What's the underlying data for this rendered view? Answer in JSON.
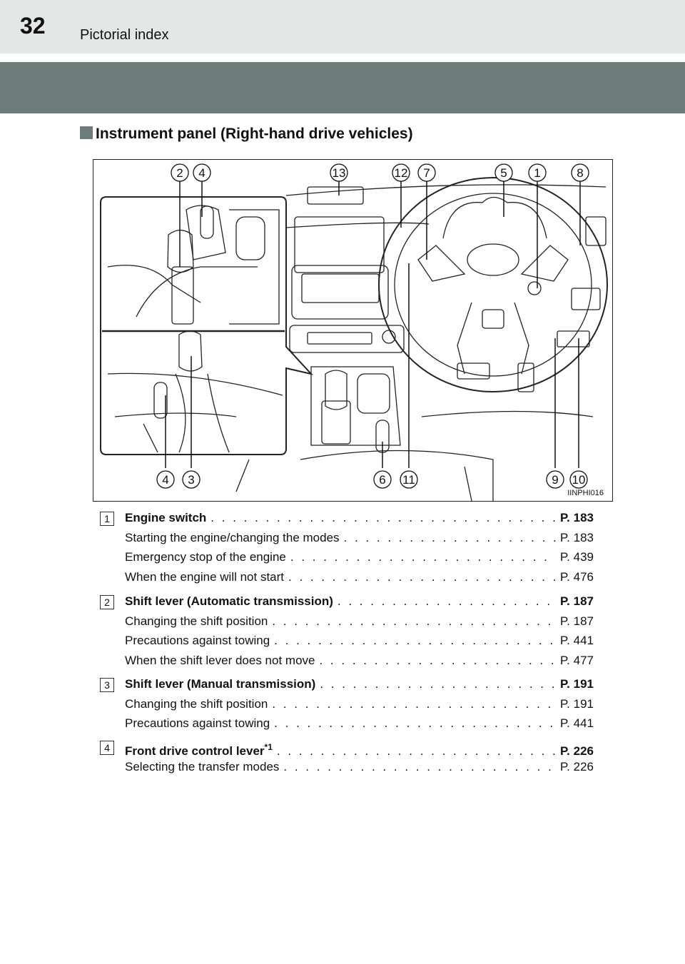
{
  "header": {
    "page_number": "32",
    "title": "Pictorial index"
  },
  "section": {
    "heading": "Instrument panel (Right-hand drive vehicles)"
  },
  "figure": {
    "code": "IINPHI016",
    "callouts_top": [
      "2",
      "4",
      "13",
      "12",
      "7",
      "5",
      "1",
      "8"
    ],
    "callouts_bottom": [
      "4",
      "3",
      "6",
      "11",
      "9",
      "10"
    ]
  },
  "entries": [
    {
      "num": "1",
      "title": "Engine switch",
      "title_sup": "",
      "ref": "P. 183",
      "items": [
        {
          "label": "Starting the engine/changing the modes",
          "ref": "P. 183"
        },
        {
          "label": "Emergency stop of the engine",
          "ref": "P. 439"
        },
        {
          "label": "When the engine will not start",
          "ref": "P. 476"
        }
      ]
    },
    {
      "num": "2",
      "title": "Shift lever (Automatic transmission)",
      "title_sup": "",
      "ref": "P. 187",
      "items": [
        {
          "label": "Changing the shift position",
          "ref": "P. 187"
        },
        {
          "label": "Precautions against towing",
          "ref": "P. 441"
        },
        {
          "label": "When the shift lever does not move",
          "ref": "P. 477"
        }
      ]
    },
    {
      "num": "3",
      "title": "Shift lever (Manual transmission)",
      "title_sup": "",
      "ref": "P. 191",
      "items": [
        {
          "label": "Changing the shift position",
          "ref": "P. 191"
        },
        {
          "label": "Precautions against towing",
          "ref": "P. 441"
        }
      ]
    },
    {
      "num": "4",
      "title": "Front drive control lever",
      "title_sup": "*1",
      "ref": "P. 226",
      "items": [
        {
          "label": "Selecting the transfer modes",
          "ref": "P. 226"
        }
      ]
    }
  ]
}
